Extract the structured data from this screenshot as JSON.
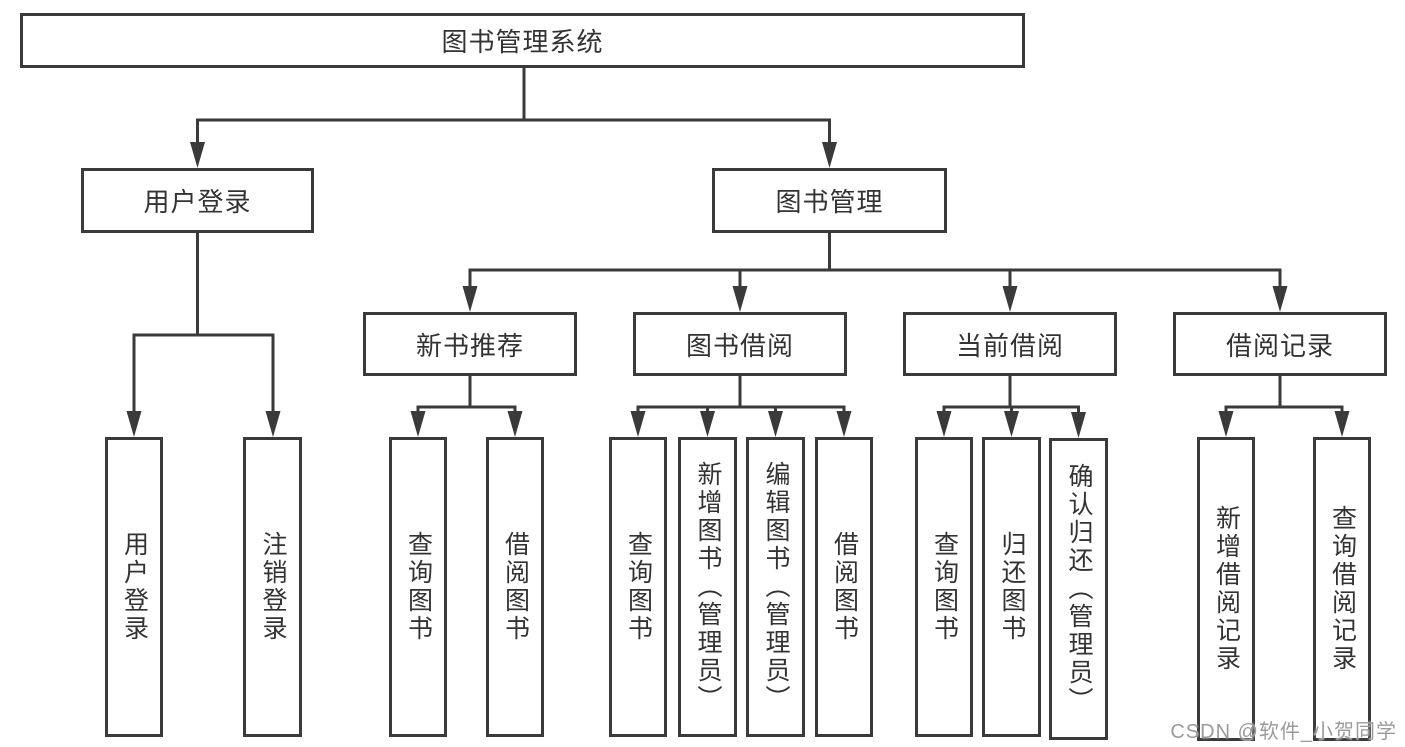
{
  "colors": {
    "line": "#3a3a3a",
    "border": "#3a3a3a",
    "text": "#333333",
    "watermark": "#9b9b9b",
    "background": "#ffffff"
  },
  "tree": {
    "root": {
      "label": "图书管理系统"
    },
    "level2": [
      {
        "label": "用户登录",
        "leaves": [
          "用户登录",
          "注销登录"
        ]
      },
      {
        "label": "图书管理",
        "level3": [
          {
            "label": "新书推荐",
            "leaves": [
              "查询图书",
              "借阅图书"
            ]
          },
          {
            "label": "图书借阅",
            "leaves": [
              "查询图书",
              "新增图书（管理员）",
              "编辑图书（管理员）",
              "借阅图书"
            ]
          },
          {
            "label": "当前借阅",
            "leaves": [
              "查询图书",
              "归还图书",
              "确认归还（管理员）"
            ]
          },
          {
            "label": "借阅记录",
            "leaves": [
              "新增借阅记录",
              "查询借阅记录"
            ]
          }
        ]
      }
    ]
  },
  "watermark": "CSDN @软件_小贺同学"
}
